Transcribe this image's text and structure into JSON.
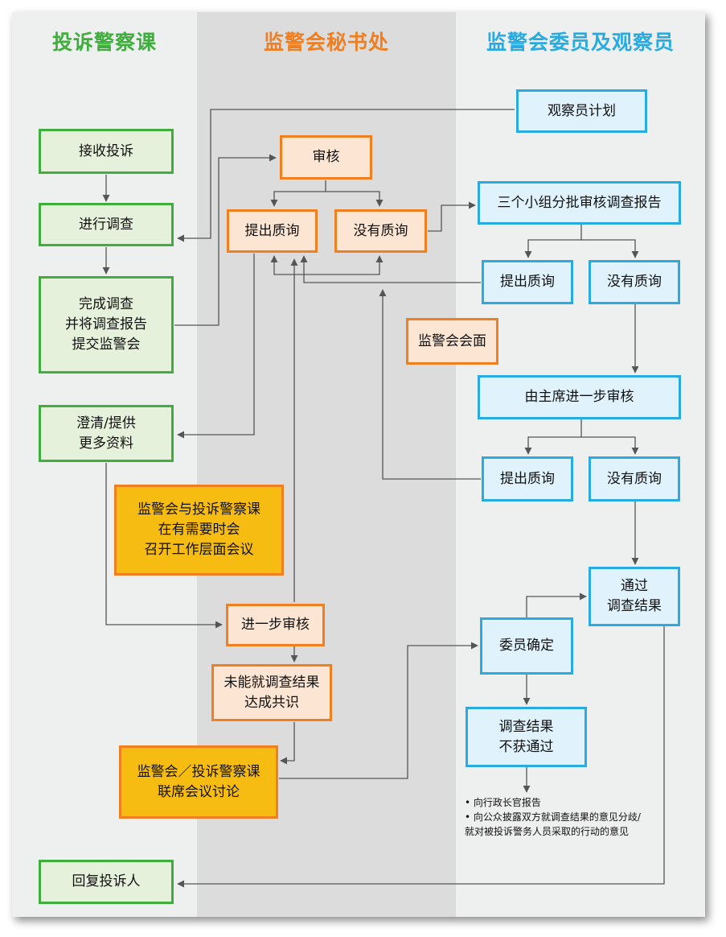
{
  "lanes": {
    "complaints": "投诉警察课",
    "secretariat": "监警会秘书处",
    "council": "监警会委员及观察员"
  },
  "colors": {
    "complaints_title": "#3fae3d",
    "secretariat_title": "#ef7f21",
    "council_title": "#29abe2",
    "connector": "#555555"
  },
  "boxes": {
    "observer_scheme": "观察员计划",
    "receive_complaint": "接收投诉",
    "conduct_investigation": "进行调查",
    "complete_investigation": "完成调查\n并将调查报告\n提交监警会",
    "clarify_info": "澄清/提供\n更多资料",
    "vetting": "审核",
    "raise_query_1": "提出质询",
    "no_query_1": "没有质询",
    "panel_vetting": "三个小组分批审核调查报告",
    "raise_query_2": "提出质询",
    "no_query_2": "没有质询",
    "council_meeting": "监警会会面",
    "chair_review": "由主席进一步审核",
    "raise_query_3": "提出质询",
    "no_query_3": "没有质询",
    "working_meeting": "监警会与投诉警察课\n在有需要时会\n召开工作层面会议",
    "further_review": "进一步审核",
    "no_consensus": "未能就调查结果\n达成共识",
    "joint_meeting": "监警会／投诉警察课\n联席会议讨论",
    "endorse_results": "通过\n调查结果",
    "member_confirm": "委员确定",
    "not_endorse": "调查结果\n不获通过",
    "reply_complainant": "回复投诉人"
  },
  "notes": [
    "• 向行政长官报告",
    "• 向公众披露双方就调查结果的意见分歧/",
    "  就对被投诉警务人员采取的行动的意见"
  ]
}
